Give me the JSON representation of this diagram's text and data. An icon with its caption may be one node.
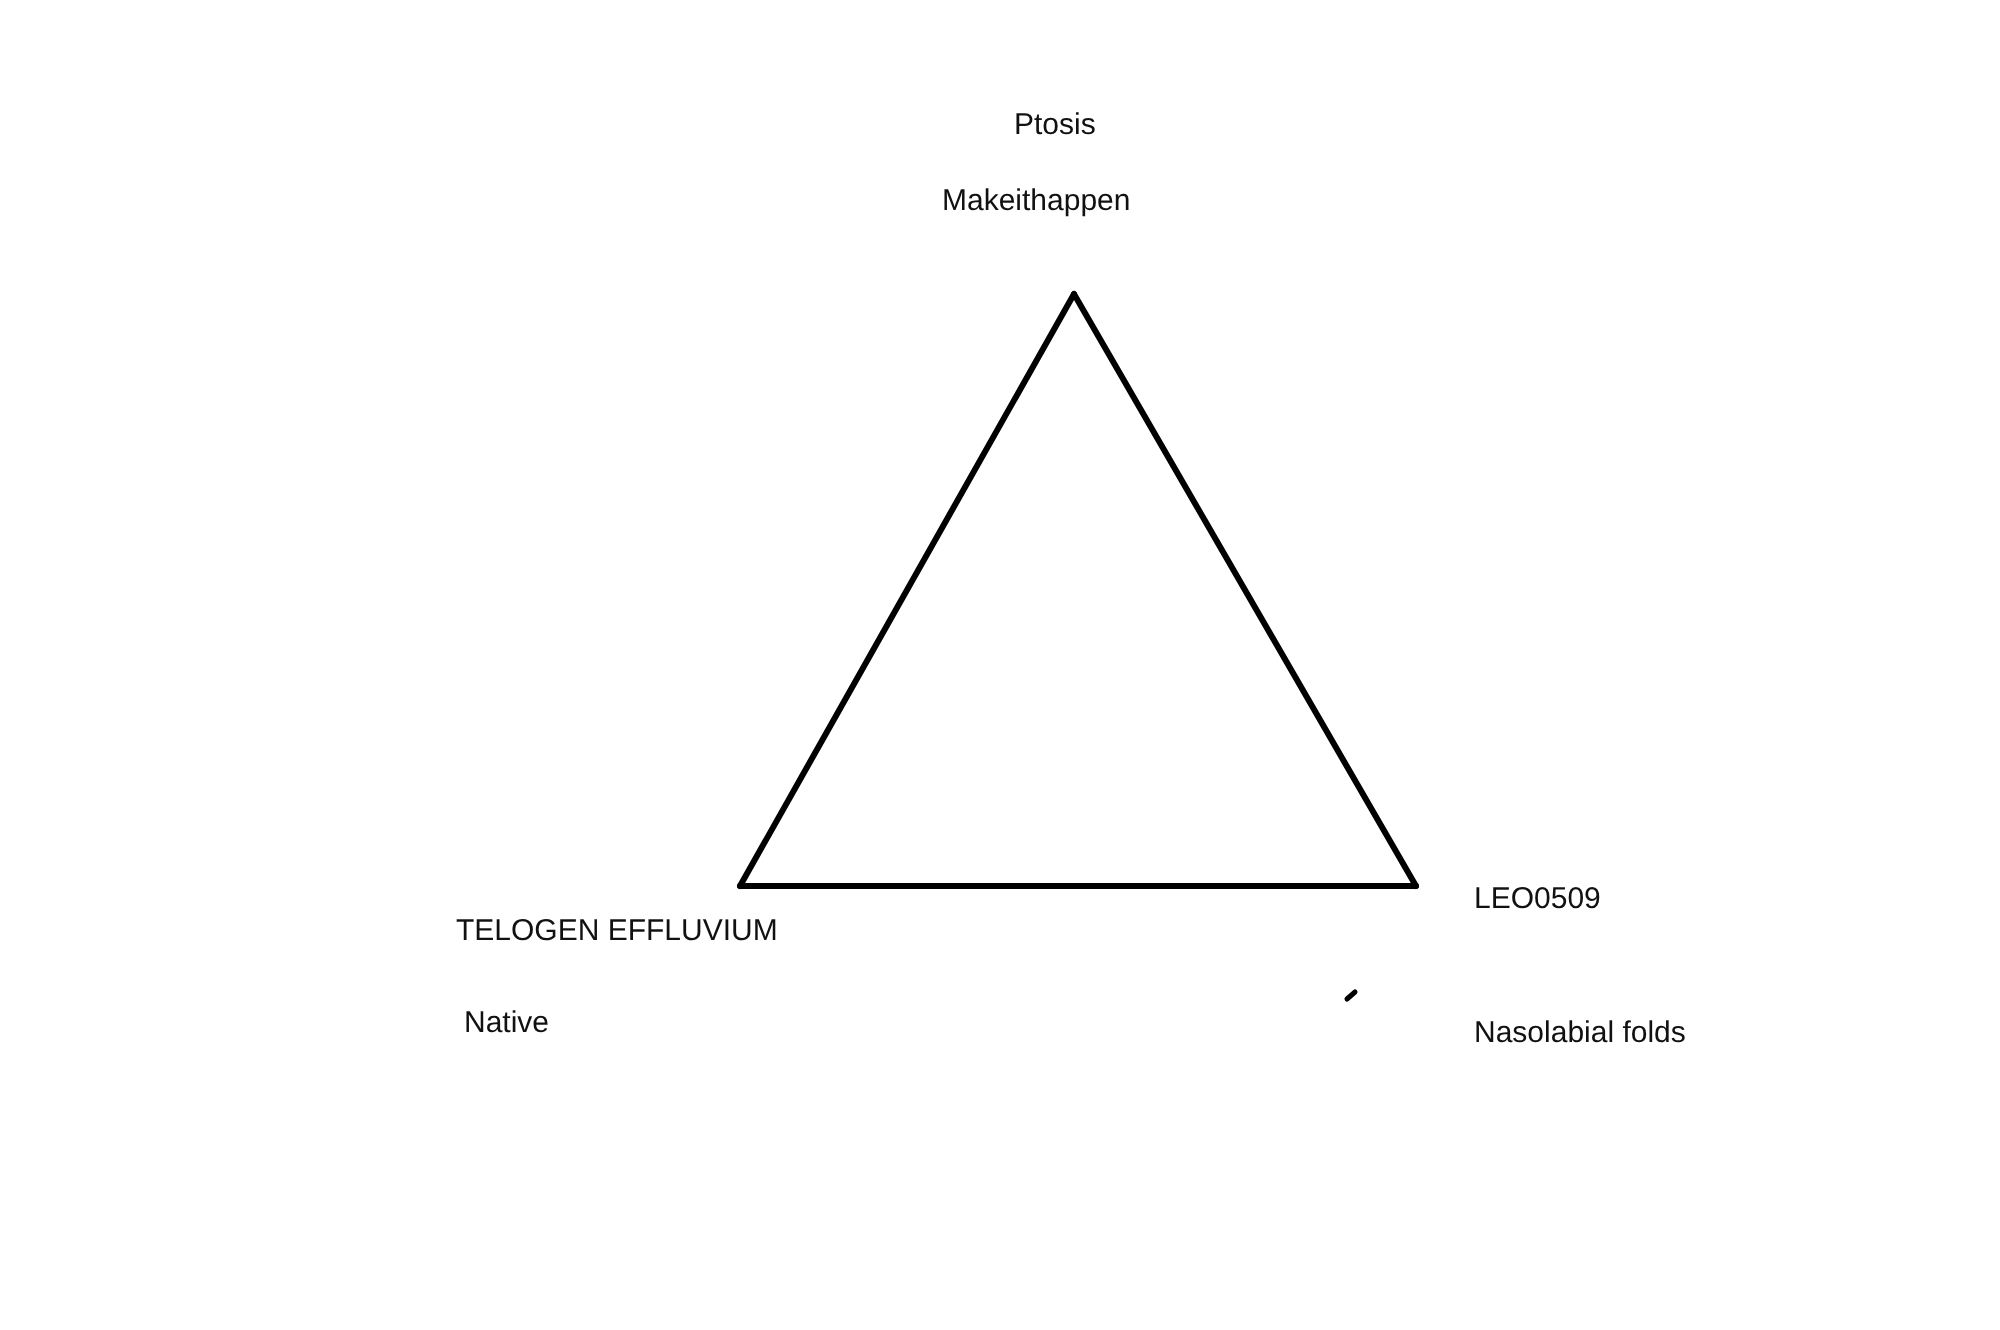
{
  "diagram": {
    "nodes": [
      {
        "text": [
          "Ptosis",
          "Makeithappen"
        ]
      },
      {
        "text": [
          "TELOGEN EFFLUVIUM",
          "Native"
        ]
      },
      {
        "text": [
          "LEO0509",
          "Nasolabial folds"
        ]
      }
    ],
    "edges": [
      {
        "from": 0,
        "to": 1,
        "arrow": "none"
      },
      {
        "from": 1,
        "to": 2,
        "arrow": "none"
      },
      {
        "from": 2,
        "to": 0,
        "arrow": "none"
      }
    ]
  }
}
